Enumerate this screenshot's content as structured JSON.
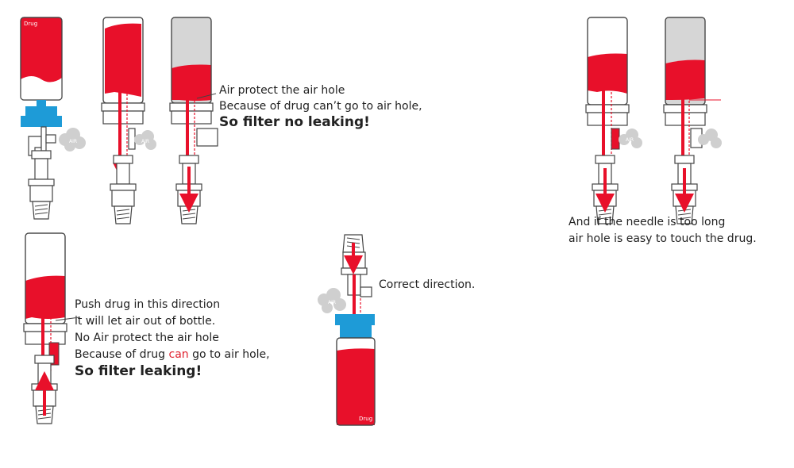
{
  "labels": {
    "drug": "Drug",
    "air": "AIR"
  },
  "colors": {
    "drug_red": "#e8102a",
    "cap_blue": "#1e9bd7",
    "air_gray": "#cfcfcf",
    "glass_gray": "#d6d6d6",
    "outline": "#444444"
  },
  "texts": {
    "top_middle": {
      "line1": "Air protect the air hole",
      "line2": "Because of drug can’t go to air hole,",
      "line3": "So filter no leaking!"
    },
    "top_right": {
      "line1": "And if the needle is too long",
      "line2": "air hole is easy to touch the drug."
    },
    "bottom_left": {
      "line1": "Push drug in this direction",
      "line2": "it will let air out of bottle.",
      "line3": "No Air protect the air hole",
      "line4_pre": "Because of drug ",
      "line4_red": "can",
      "line4_post": " go to air hole,",
      "line5": "So filter leaking!"
    },
    "bottom_center": {
      "line1": "Correct direction."
    }
  }
}
